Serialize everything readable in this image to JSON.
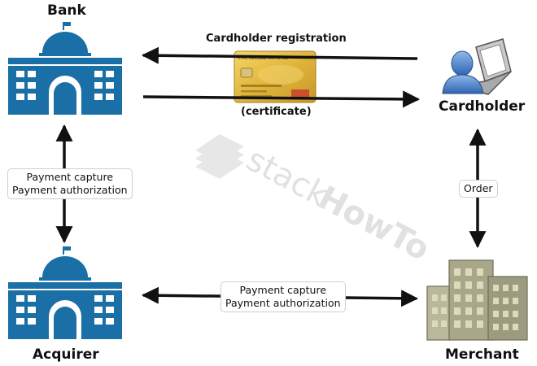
{
  "nodes": {
    "bank": "Bank",
    "cardholder": "Cardholder",
    "acquirer": "Acquirer",
    "merchant": "Merchant"
  },
  "edges": {
    "registration": "Cardholder registration",
    "certificate": "(certificate)",
    "bank_acquirer": [
      "Payment capture",
      "Payment authorization"
    ],
    "acquirer_merchant": [
      "Payment capture",
      "Payment authorization"
    ],
    "cardholder_merchant": "Order"
  },
  "card": {
    "issuer_text": "ПЛАСТИКОВЫЕ КАРТОЧКИ"
  },
  "watermark": {
    "part1": "stack",
    "part2": "HowTo"
  },
  "colors": {
    "building_blue": "#1a6fa6",
    "card_gold": "#e0b53a",
    "merchant_olive": "#a8a78a",
    "person_blue": "#3d7cc9"
  }
}
